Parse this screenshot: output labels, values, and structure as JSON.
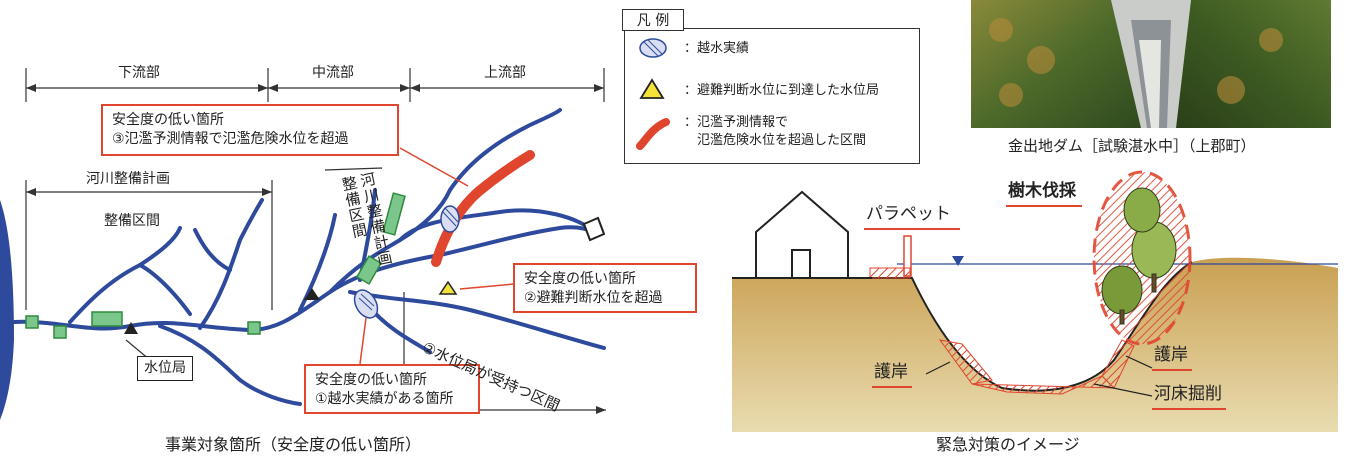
{
  "colors": {
    "river": "#2e4a9c",
    "highlight_red": "#e0452e",
    "segment_green": "#48b24a",
    "ground": "#c89a4a",
    "water_line": "#2e4a9c"
  },
  "left_diagram": {
    "sections": {
      "downstream": "下流部",
      "midstream": "中流部",
      "upstream": "上流部"
    },
    "river_plan_label_1": "河川整備計画",
    "river_plan_label_2": "整備区間",
    "river_plan_vertical_1": "河川整備計画",
    "river_plan_vertical_2": "整備区間",
    "callout_3_line1": "安全度の低い箇所",
    "callout_3_line2": "③氾濫予測情報で氾濫危険水位を超過",
    "callout_2_line1": "安全度の低い箇所",
    "callout_2_line2": "②避難判断水位を超過",
    "callout_1_line1": "安全度の低い箇所",
    "callout_1_line2": "①越水実績がある箇所",
    "gauge_station_label": "水位局",
    "gauge_range_label": "②水位局が受持つ区間",
    "caption": "事業対象箇所（安全度の低い箇所）"
  },
  "legend": {
    "title": "凡 例",
    "item1": "：越水実績",
    "item2": "：避難判断水位に到達した水位局",
    "item3_line1": "：氾濫予測情報で",
    "item3_line2": "　氾濫危険水位を超過した区間"
  },
  "photo": {
    "caption": "金出地ダム［試験湛水中］（上郡町）"
  },
  "right_diagram": {
    "parapet": "パラペット",
    "tree_felling": "樹木伐採",
    "revetment_left": "護岸",
    "revetment_right": "護岸",
    "riverbed_excavation": "河床掘削",
    "caption": "緊急対策のイメージ"
  }
}
